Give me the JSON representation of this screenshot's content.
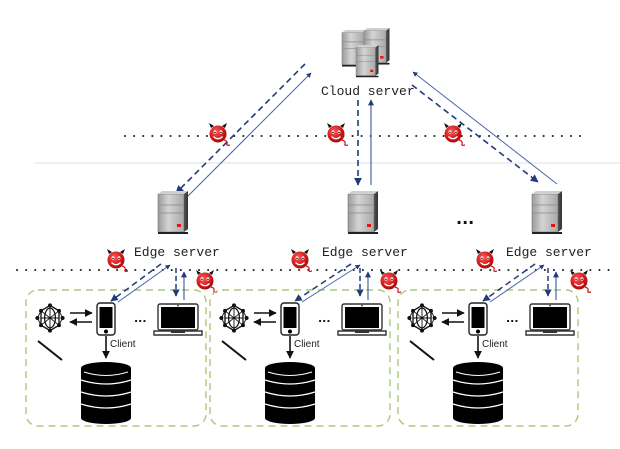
{
  "diagram": {
    "type": "edge-cloud federated learning architecture",
    "cloud": {
      "label": "Cloud server",
      "icon": "server-cluster-icon"
    },
    "edge_ellipsis": "...",
    "edges": [
      {
        "label": "Edge server",
        "icon": "server-tower-icon"
      },
      {
        "label": "Edge server",
        "icon": "server-tower-icon"
      },
      {
        "label": "Edge server",
        "icon": "server-tower-icon"
      }
    ],
    "clusters": [
      {
        "client_label": "Client",
        "device_ellipsis": "..."
      },
      {
        "client_label": "Client",
        "device_ellipsis": "..."
      },
      {
        "client_label": "Client",
        "device_ellipsis": "..."
      }
    ],
    "threat_icon": "devil-attacker-icon",
    "colors": {
      "arrow": "#1f3b7a",
      "thin_arrow": "#4a64a8",
      "cluster_border": "#a9c97a",
      "devil": "#cc1111",
      "server_gray": "#b8b8b8",
      "server_led": "#ee1111",
      "dots": "#222222"
    }
  }
}
